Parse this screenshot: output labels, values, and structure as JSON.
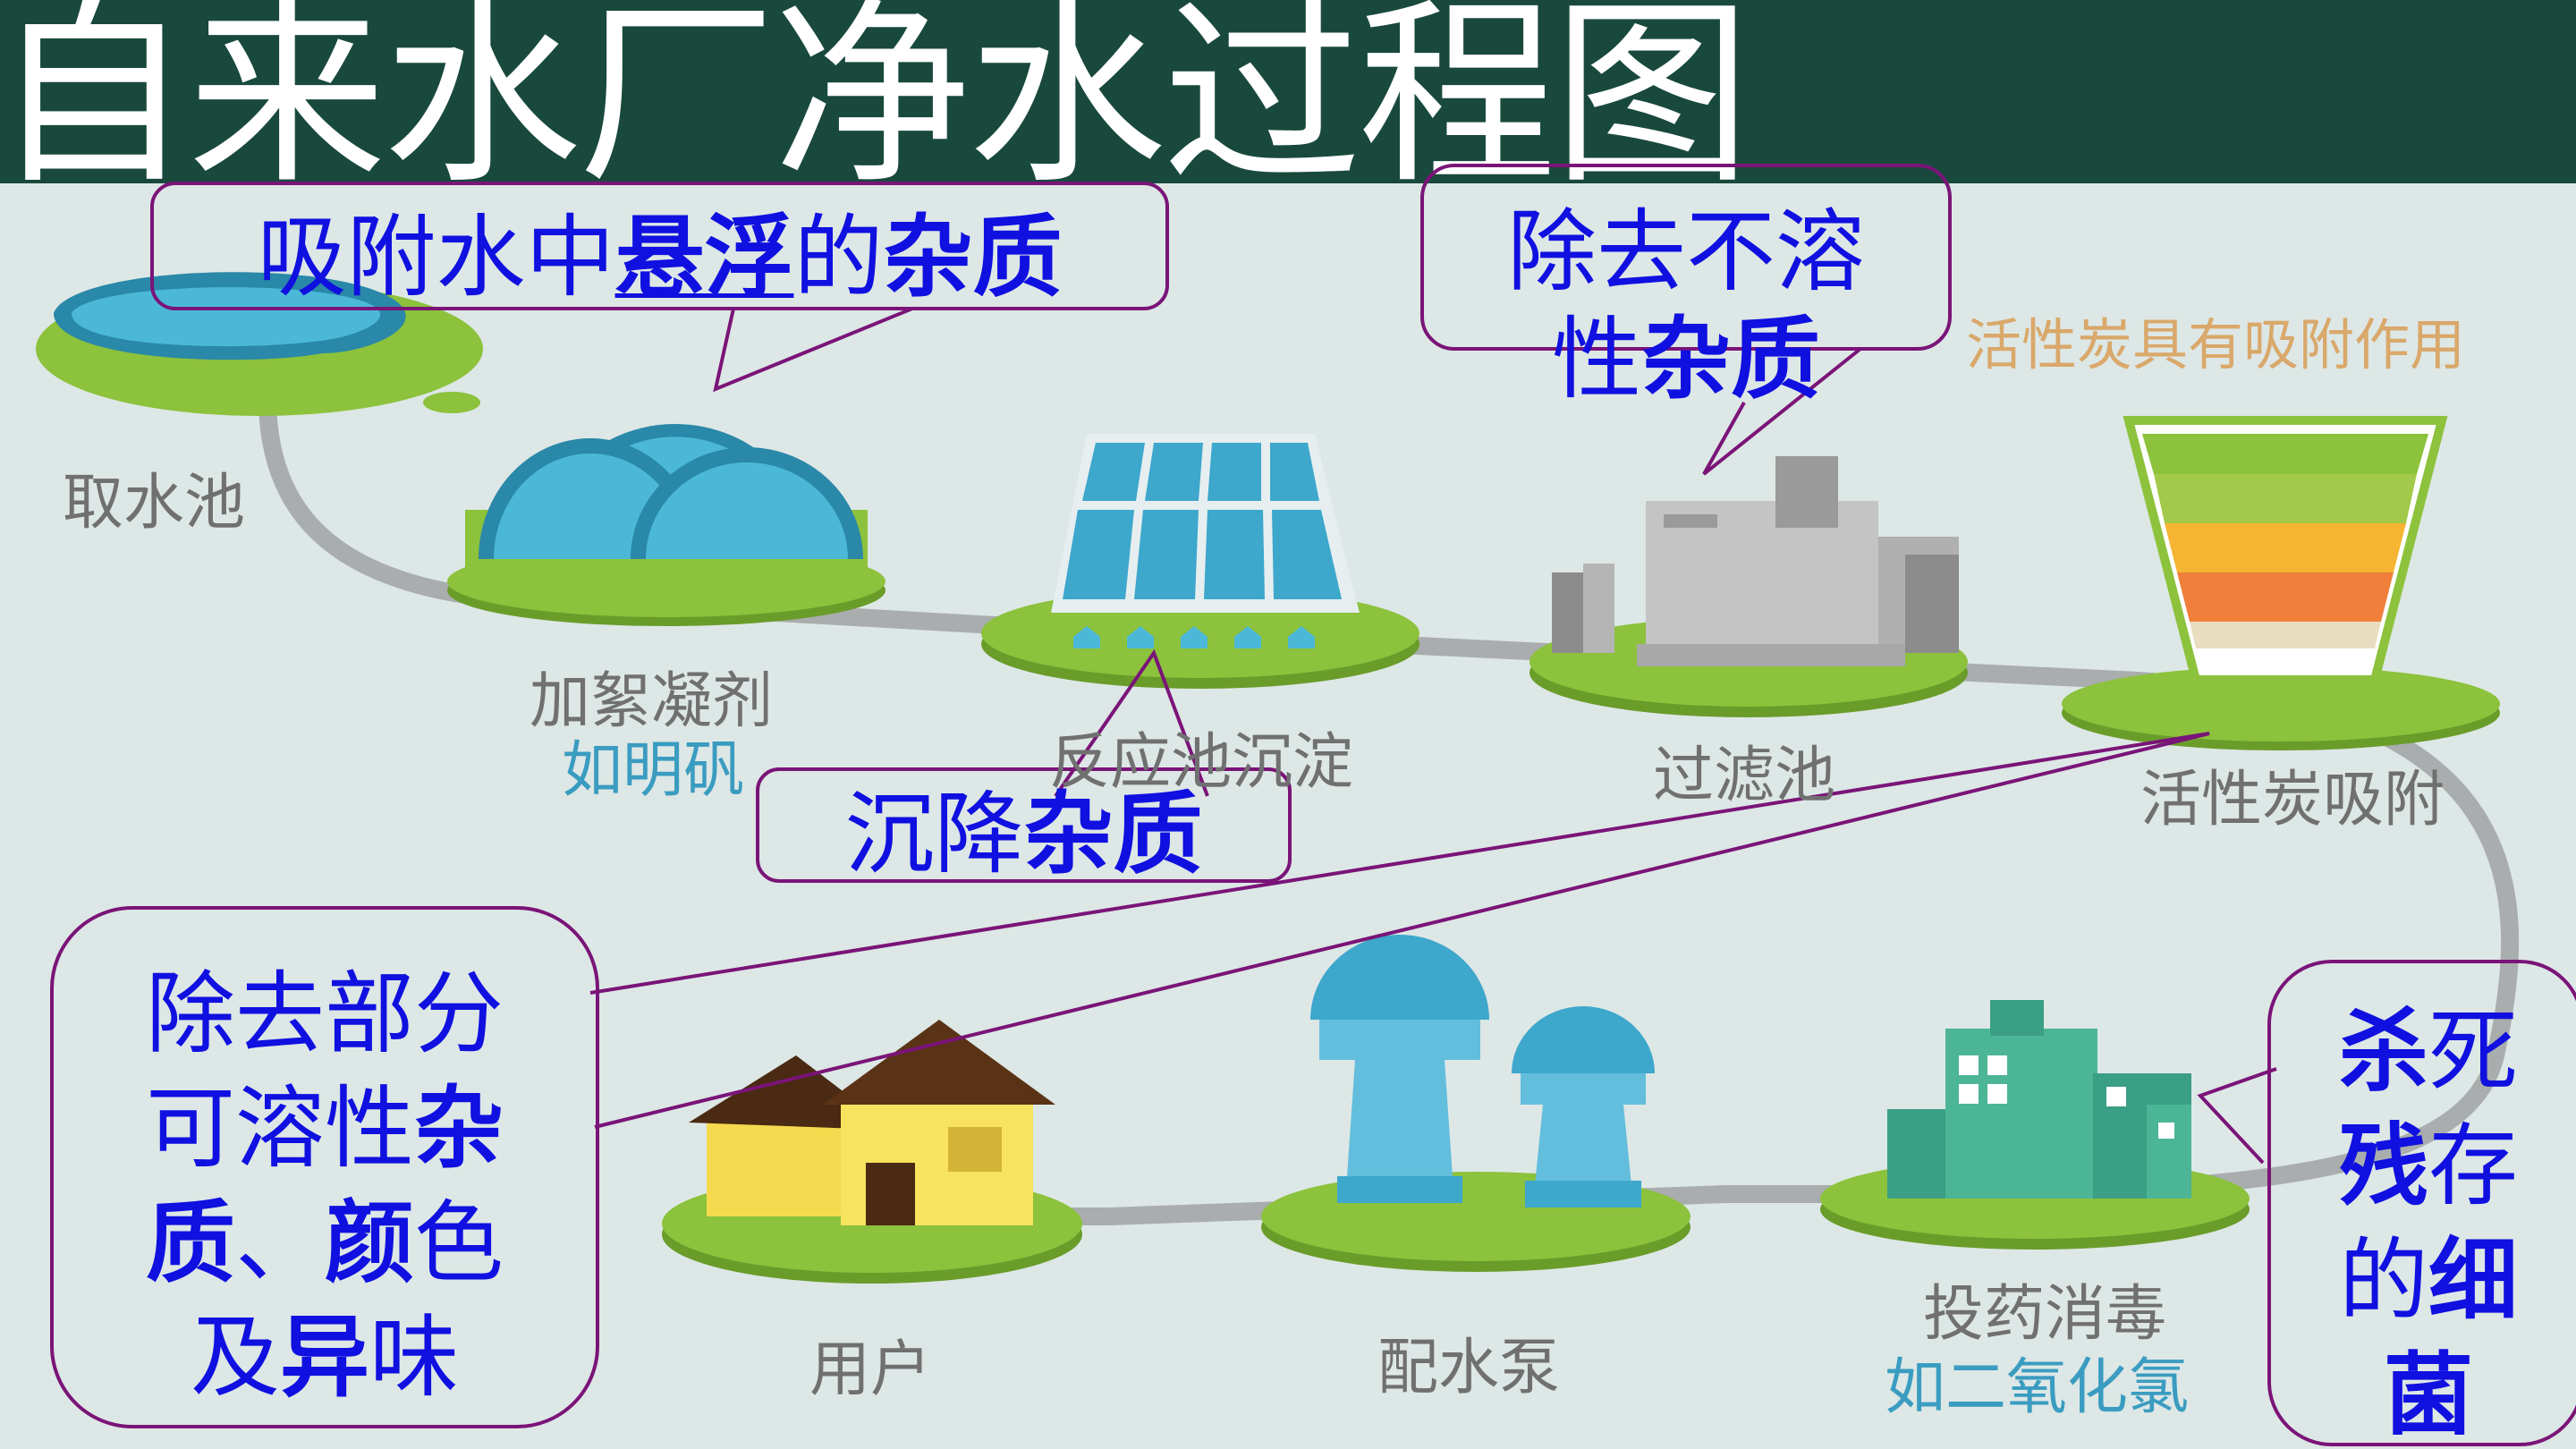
{
  "title": "自来水厂净水过程图",
  "stages": {
    "intake": "取水池",
    "flocculant": "加絮凝剂",
    "flocculant_example": "如明矾",
    "sedimentation": "反应池沉淀",
    "filtration": "过滤池",
    "carbon": "活性炭吸附",
    "carbon_note": "活性炭具有吸附作用",
    "disinfection": "投药消毒",
    "disinfection_example": "如二氧化氯",
    "pump": "配水泵",
    "user": "用户"
  },
  "callouts": {
    "adsorb": {
      "a": "吸附水中",
      "b": "悬浮",
      "c": "的",
      "d": "杂质"
    },
    "insoluble": {
      "a": "除去不溶",
      "b": "性",
      "c": "杂质"
    },
    "settle": {
      "a": "沉降",
      "b": "杂质"
    },
    "soluble": {
      "l1": "除去部分",
      "l2a": "可溶性",
      "l2b": "杂",
      "l3a": "质",
      "l3b": "、",
      "l3c": "颜",
      "l3d": "色",
      "l4a": "及",
      "l4b": "异",
      "l4c": "味"
    },
    "bacteria": {
      "l1a": "杀",
      "l1b": "死",
      "l2a": "残",
      "l2b": "存",
      "l3a": "的",
      "l3b": "细",
      "l4": "菌"
    }
  },
  "colors": {
    "header": "#19493d",
    "background": "#dde7e6",
    "callout_text": "#1010e0",
    "callout_border": "#7a1478",
    "platform": "#8cc23c",
    "pipe": "#a9adad"
  }
}
